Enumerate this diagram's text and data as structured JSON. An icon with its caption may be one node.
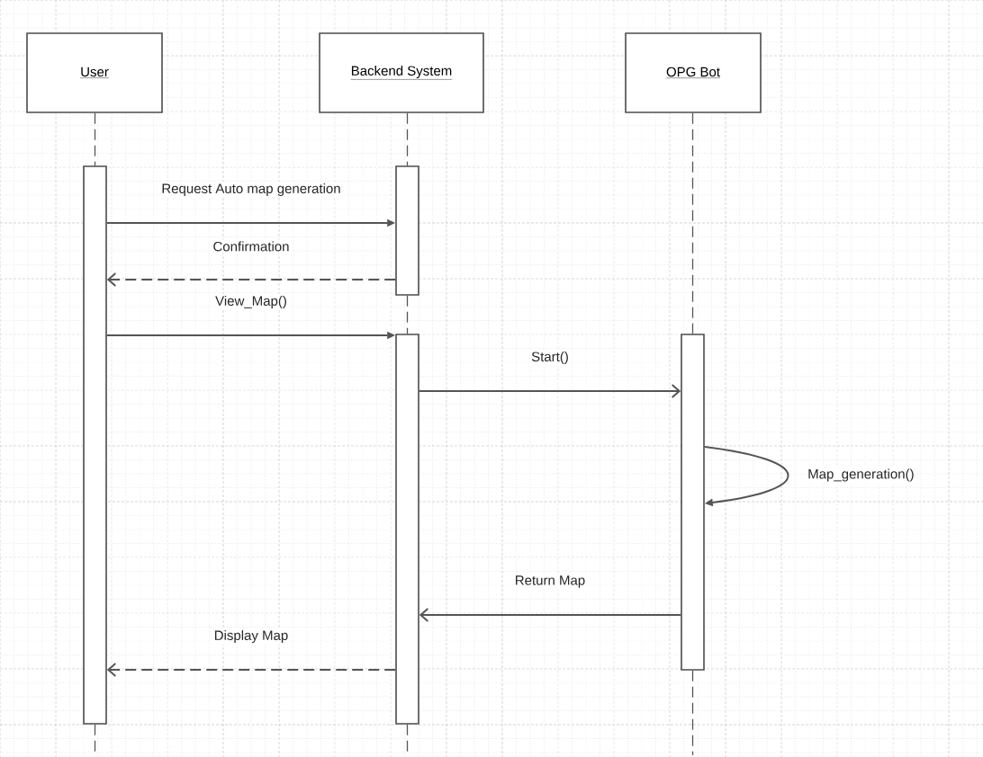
{
  "diagram": {
    "nodes": [
      {
        "text": [
          "User"
        ]
      },
      {
        "text": [
          "Backend System"
        ]
      },
      {
        "text": [
          "OPG Bot"
        ]
      },
      {
        "text": [],
        "shape": "bar"
      },
      {
        "text": [],
        "shape": "bar"
      },
      {
        "text": [],
        "shape": "bar"
      },
      {
        "text": [],
        "shape": "bar"
      }
    ],
    "edges": [
      {
        "from": 0,
        "to": 3,
        "arrow": "none",
        "style": "dashed"
      },
      {
        "from": 1,
        "to": 4,
        "arrow": "none",
        "style": "dashed"
      },
      {
        "from": 4,
        "to": 5,
        "arrow": "none",
        "style": "dashed"
      },
      {
        "from": 2,
        "to": 6,
        "arrow": "none",
        "style": "dashed"
      },
      {
        "from": 3,
        "to": null,
        "arrow": "none",
        "style": "dashed"
      },
      {
        "from": 5,
        "to": null,
        "arrow": "none",
        "style": "dashed"
      },
      {
        "from": 6,
        "to": null,
        "arrow": "none",
        "style": "dashed"
      },
      {
        "from": 3,
        "to": 4,
        "arrow": "to",
        "label": "Request Auto map generation"
      },
      {
        "from": 4,
        "to": 3,
        "arrow": "to",
        "label": "Confirmation",
        "style": "dashed"
      },
      {
        "from": 3,
        "to": 5,
        "arrow": "to",
        "label": "View_Map()"
      },
      {
        "from": 5,
        "to": 6,
        "arrow": "to",
        "label": "Start()"
      },
      {
        "from": 6,
        "to": 6,
        "arrow": "to",
        "label": "Map_generation()"
      },
      {
        "from": 6,
        "to": 5,
        "arrow": "to",
        "label": "Return Map"
      },
      {
        "from": 5,
        "to": 3,
        "arrow": "to",
        "label": "Display Map",
        "style": "dashed"
      }
    ]
  }
}
